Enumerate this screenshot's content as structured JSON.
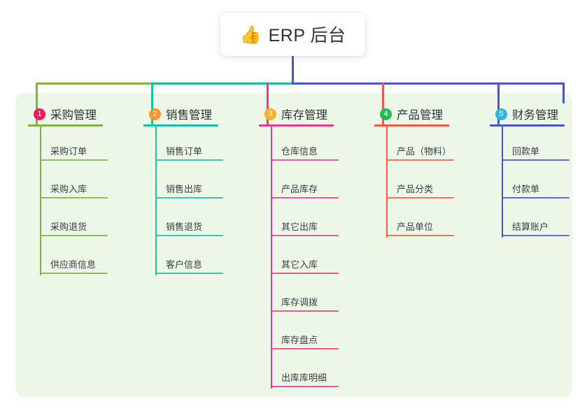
{
  "diagram": {
    "type": "mindmap",
    "root": {
      "emoji": "icon-thumbs-up",
      "emoji_glyph": "👍",
      "title": "ERP 后台"
    },
    "canvas_background": "#ffffff",
    "panel_background": "#edf7e7",
    "bus_segments": [
      {
        "name": "bus-left-green",
        "color": "#7cb342"
      },
      {
        "name": "bus-mid-teal",
        "color": "#1abc9c"
      },
      {
        "name": "bus-right-indigo",
        "color": "#4a53c4"
      }
    ],
    "columns": [
      {
        "index": "1",
        "badge_text": "1",
        "badge_color": "#ec1b5a",
        "label": "采购管理",
        "accent": "#7cb342",
        "drop_color": "#7cb342",
        "items": [
          {
            "label": "采购订单"
          },
          {
            "label": "采购入库"
          },
          {
            "label": "采购退货"
          },
          {
            "label": "供应商信息"
          }
        ]
      },
      {
        "index": "2",
        "badge_text": "2",
        "badge_color": "#f5962d",
        "label": "销售管理",
        "accent": "#17bfa5",
        "drop_color": "#17bfa5",
        "items": [
          {
            "label": "销售订单"
          },
          {
            "label": "销售出库"
          },
          {
            "label": "销售退货"
          },
          {
            "label": "客户信息"
          }
        ]
      },
      {
        "index": "3",
        "badge_text": "3",
        "badge_color": "#f5b324",
        "label": "库存管理",
        "accent": "#e8398f",
        "drop_color": "#e8398f",
        "items": [
          {
            "label": "仓库信息"
          },
          {
            "label": "产品库存"
          },
          {
            "label": "其它出库"
          },
          {
            "label": "其它入库"
          },
          {
            "label": "库存调拨"
          },
          {
            "label": "库存盘点"
          },
          {
            "label": "出库库明细"
          }
        ]
      },
      {
        "index": "4",
        "badge_text": "4",
        "badge_color": "#22bb54",
        "label": "产品管理",
        "accent": "#f4564e",
        "drop_color": "#f4564e",
        "items": [
          {
            "label": "产品（物料）"
          },
          {
            "label": "产品分类"
          },
          {
            "label": "产品单位"
          }
        ]
      },
      {
        "index": "5",
        "badge_text": "5",
        "badge_color": "#29b6e8",
        "label": "财务管理",
        "accent": "#4a53c4",
        "drop_color": "#4a53c4",
        "items": [
          {
            "label": "回款单"
          },
          {
            "label": "付款单"
          },
          {
            "label": "结算账户"
          }
        ]
      }
    ]
  }
}
